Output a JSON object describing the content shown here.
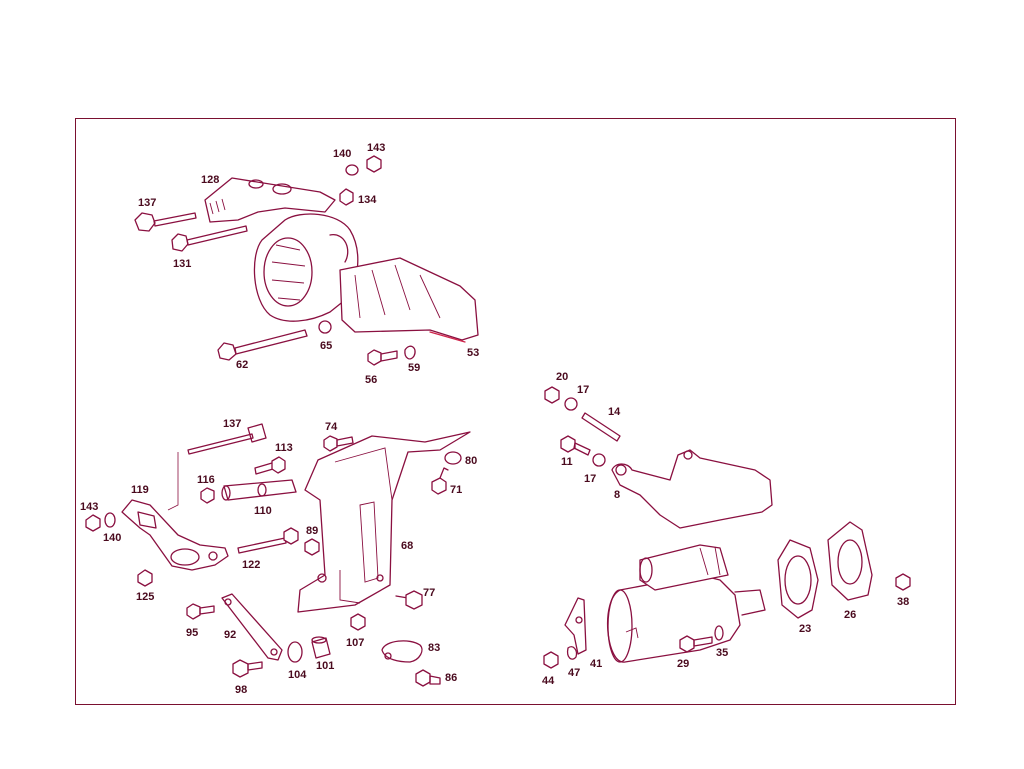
{
  "parts": {
    "p140a": "140",
    "p143a": "143",
    "p128": "128",
    "p134": "134",
    "p137a": "137",
    "p131": "131",
    "p62": "62",
    "p65": "65",
    "p56": "56",
    "p59": "59",
    "p53": "53",
    "p137b": "137",
    "p74": "74",
    "p113": "113",
    "p80": "80",
    "p71": "71",
    "p116": "116",
    "p119": "119",
    "p110": "110",
    "p143b": "143",
    "p140b": "140",
    "p89": "89",
    "p68": "68",
    "p122": "122",
    "p125": "125",
    "p77": "77",
    "p95": "95",
    "p92": "92",
    "p107": "107",
    "p83": "83",
    "p104": "104",
    "p101": "101",
    "p98": "98",
    "p86": "86",
    "p20": "20",
    "p17a": "17",
    "p14": "14",
    "p11": "11",
    "p17b": "17",
    "p8": "8",
    "p38": "38",
    "p23": "23",
    "p26": "26",
    "p41": "41",
    "p44": "44",
    "p47": "47",
    "p29": "29",
    "p35": "35"
  },
  "colors": {
    "line": "#8a1040",
    "frame": "#7a1030",
    "text": "#4a0a1e",
    "background": "#ffffff"
  }
}
